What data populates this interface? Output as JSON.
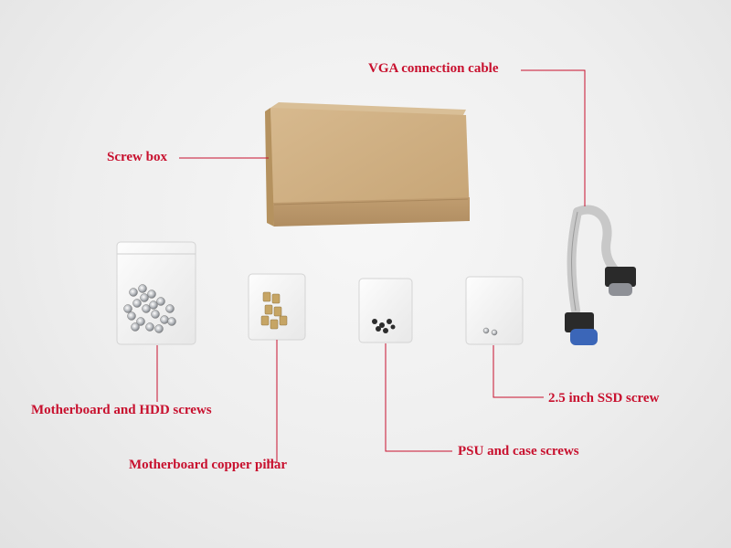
{
  "labels": {
    "vga": "VGA connection cable",
    "screw_box": "Screw box",
    "mb_hdd": "Motherboard and HDD screws",
    "copper": "Motherboard copper pillar",
    "psu": "PSU and case screws",
    "ssd": "2.5 inch SSD screw"
  },
  "colors": {
    "label": "#c8102e",
    "leader_line": "#c8102e",
    "background": "#eeeeee",
    "cardboard": "#c9a87c"
  }
}
